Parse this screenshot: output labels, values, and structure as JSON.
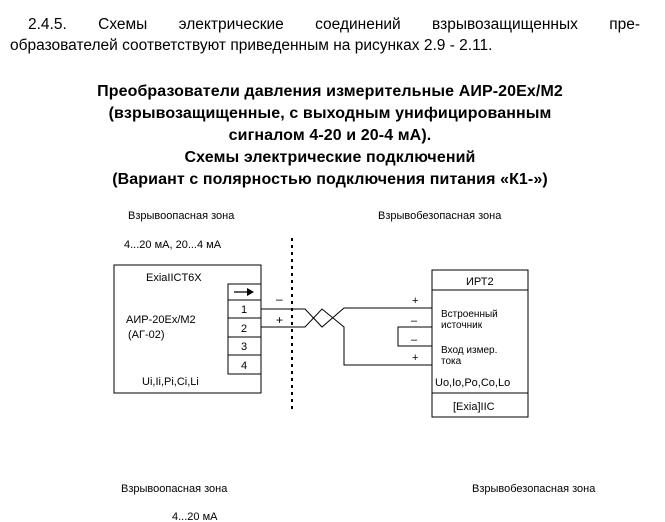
{
  "paragraph": {
    "line1": "2.4.5. Схемы электрические соединений взрывозащищенных пре-",
    "line2": "образователей соответствуют приведенным на рисунках 2.9 - 2.11."
  },
  "heading": {
    "line1": "Преобразователи давления измерительные АИР-20Ex/М2",
    "line2": "(взрывозащищенные, с выходным унифицированным",
    "line3": "сигналом 4-20 и 20-4 мА).",
    "line4": "Схемы электрические подключений",
    "line5": "(Вариант с полярностью подключения питания «К1-»)"
  },
  "diagram1": {
    "hazardous_zone": "Взрывоопасная зона",
    "safe_zone": "Взрывобезопасная зона",
    "signal_range": "4...20 мА, 20...4 мА",
    "transmitter": {
      "marking": "ExiaIICT6X",
      "model": "АИР-20Ex/М2",
      "variant": "(АГ-02)",
      "params": "Ui,Ii,Pi,Ci,Li",
      "terminals": [
        "1",
        "2",
        "3",
        "4"
      ]
    },
    "wire_labels": {
      "minus": "–",
      "plus": "+"
    },
    "barrier": {
      "title": "ИРТ2",
      "source_label_1": "Встроенный",
      "source_label_2": "источник",
      "input_label_1": "Вход измер.",
      "input_label_2": "тока",
      "params": "Uo,Io,Po,Co,Lo",
      "marking": "[Exia]IIC",
      "pol_plus_top": "+",
      "pol_minus_1": "–",
      "pol_minus_2": "–",
      "pol_plus_bottom": "+"
    }
  },
  "diagram2": {
    "hazardous_zone": "Взрывоопасная зона",
    "safe_zone": "Взрывобезопасная зона",
    "signal_range": "4...20 мА"
  }
}
